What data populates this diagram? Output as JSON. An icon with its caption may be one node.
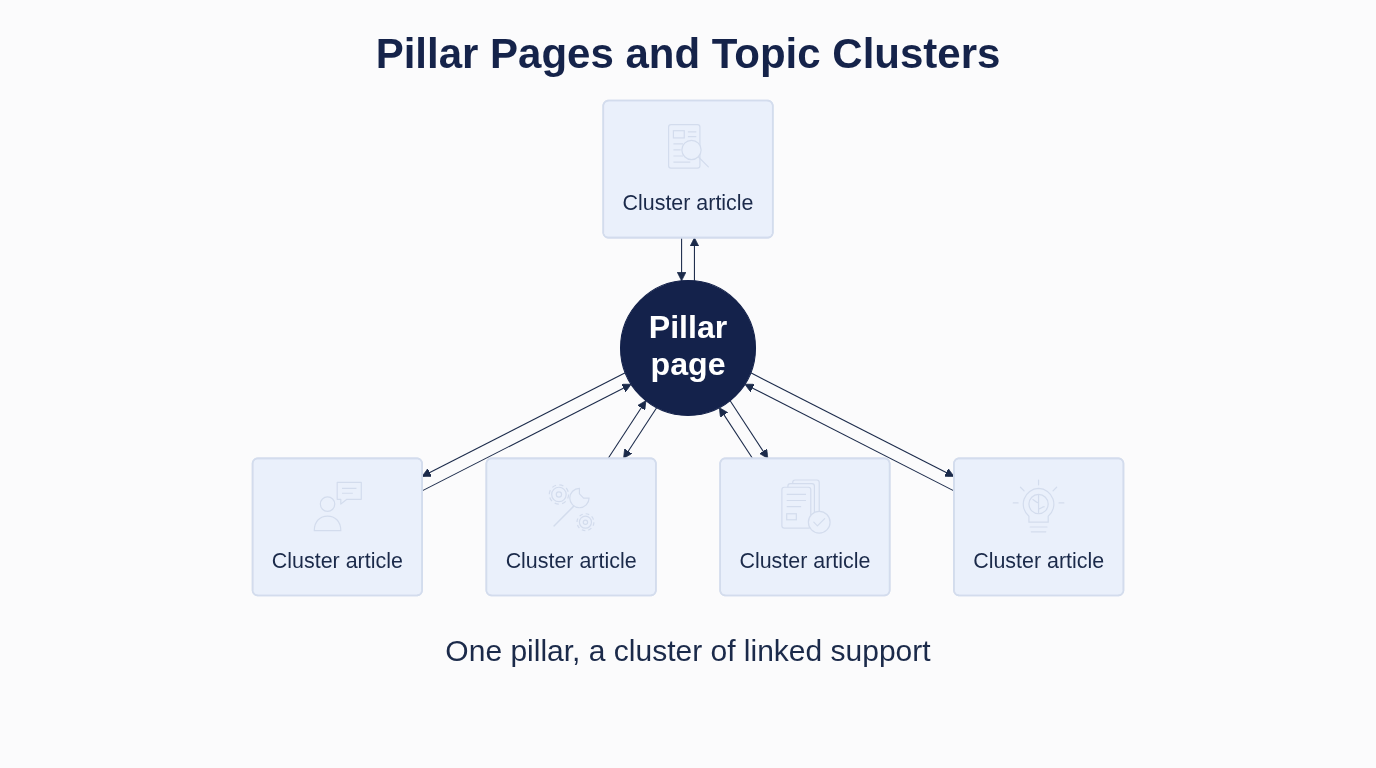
{
  "diagram": {
    "title": "Pillar Pages and Topic Clusters",
    "caption": "One pillar, a cluster of linked support",
    "nodes": [
      {
        "text": [
          "Cluster article"
        ]
      },
      {
        "text": [
          "Cluster article"
        ]
      },
      {
        "text": [
          "Pillar page"
        ]
      },
      {
        "text": [
          "Cluster article"
        ]
      },
      {
        "text": [
          "Cluster article"
        ]
      },
      {
        "text": [
          "Cluster article"
        ]
      }
    ],
    "edges": [
      {
        "from": 2,
        "to": 0,
        "arrow": "to"
      },
      {
        "from": 0,
        "to": 2,
        "arrow": "to"
      },
      {
        "from": 2,
        "to": 1,
        "arrow": "to"
      },
      {
        "from": 1,
        "to": 2,
        "arrow": "to"
      },
      {
        "from": 2,
        "to": 3,
        "arrow": "to"
      },
      {
        "from": 3,
        "to": 2,
        "arrow": "to"
      },
      {
        "from": 2,
        "to": 4,
        "arrow": "to"
      },
      {
        "from": 4,
        "to": 2,
        "arrow": "to"
      },
      {
        "from": 2,
        "to": 5,
        "arrow": "to"
      },
      {
        "from": 5,
        "to": 2,
        "arrow": "to"
      }
    ]
  }
}
